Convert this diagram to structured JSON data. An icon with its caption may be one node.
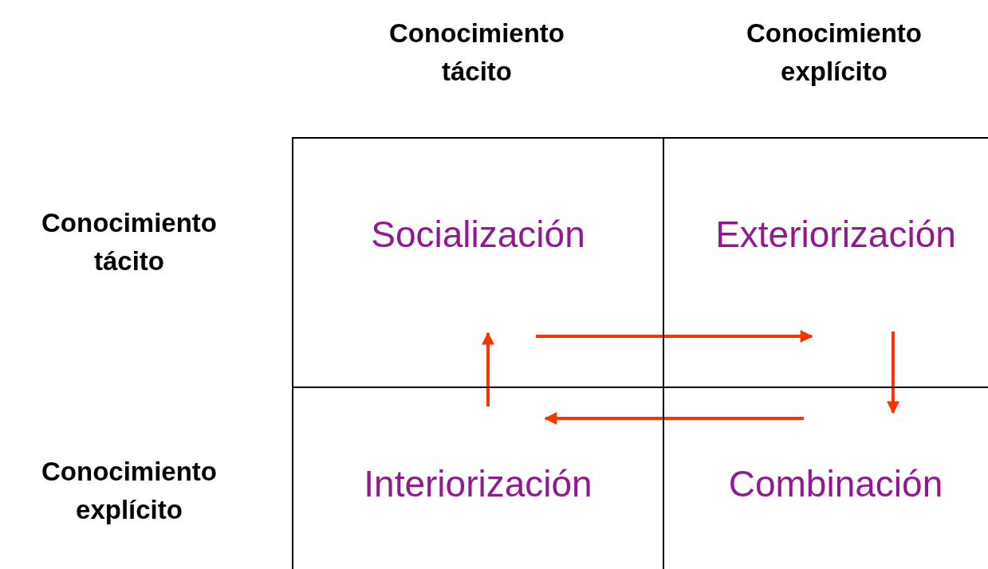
{
  "diagram": {
    "nodes": [
      {
        "text": [
          "Socialización"
        ]
      },
      {
        "text": [
          "Exteriorización"
        ]
      },
      {
        "text": [
          "Interiorización"
        ]
      },
      {
        "text": [
          "Combinación"
        ]
      }
    ],
    "edges": [
      {
        "from": 0,
        "to": 1,
        "arrow": "to"
      },
      {
        "from": 1,
        "to": 3,
        "arrow": "to"
      },
      {
        "from": 3,
        "to": 2,
        "arrow": "to"
      },
      {
        "from": 2,
        "to": 0,
        "arrow": "to"
      }
    ],
    "labels": [
      "Conocimiento tácito",
      "Conocimiento explícito",
      "Conocimiento tácito",
      "Conocimiento explícito"
    ]
  }
}
